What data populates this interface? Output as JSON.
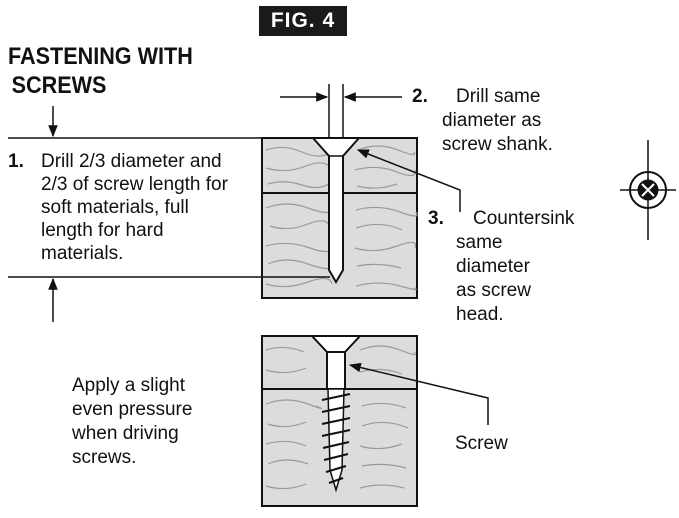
{
  "figure": {
    "label": "FIG. 4"
  },
  "title": {
    "line1": "FASTENING WITH",
    "line2": "SCREWS"
  },
  "steps": [
    {
      "number": "1.",
      "lines": [
        "Drill 2/3 diameter and",
        "2/3 of screw length for",
        "soft materials, full",
        "length for hard",
        "materials."
      ]
    },
    {
      "number": "2.",
      "lines": [
        "Drill same",
        "diameter as",
        "screw shank."
      ]
    },
    {
      "number": "3.",
      "lines": [
        "Countersink",
        "same",
        "diameter",
        "as screw",
        "head."
      ]
    }
  ],
  "note": {
    "lines": [
      "Apply a slight",
      "even pressure",
      "when driving",
      "screws."
    ]
  },
  "screw_label": "Screw",
  "colors": {
    "ink": "#111111",
    "wood": "#dcdcdc",
    "badge": "#1a1a1a"
  }
}
